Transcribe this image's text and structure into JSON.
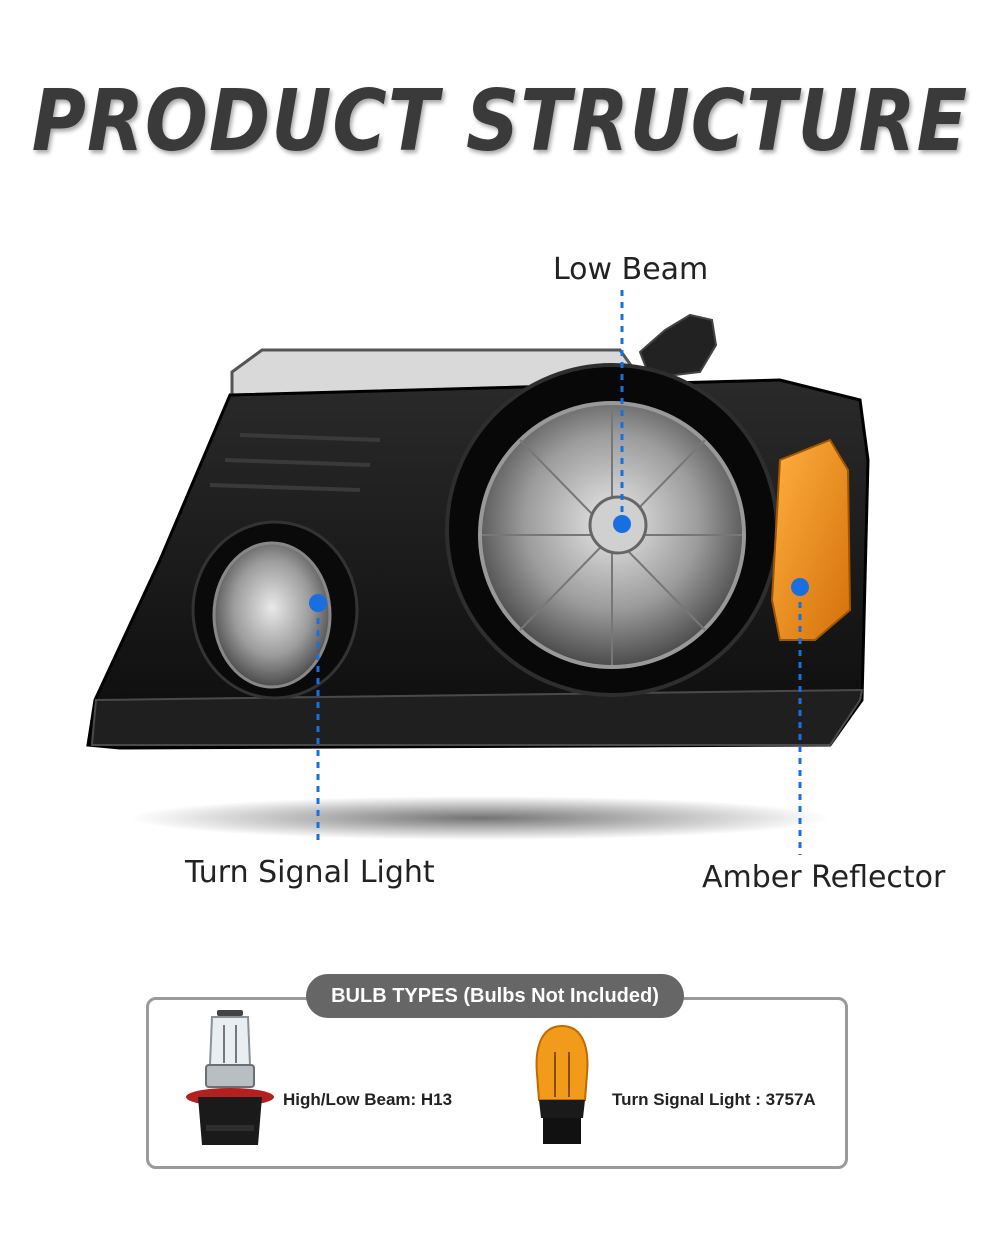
{
  "title": "PRODUCT STRUCTURE",
  "callouts": {
    "low_beam": "Low Beam",
    "turn_signal": "Turn Signal Light",
    "amber_reflector": "Amber Reflector"
  },
  "bulb_section": {
    "heading": "BULB TYPES (Bulbs Not Included)",
    "items": [
      {
        "label": "High/Low Beam: H13",
        "icon": "h13-bulb-icon"
      },
      {
        "label": "Turn Signal Light : 3757A",
        "icon": "3757a-amber-bulb-icon"
      }
    ]
  },
  "colors": {
    "title": "#3a3a3a",
    "marker": "#1a6fe0",
    "amber": "#f08c1c",
    "housing": "#141414",
    "bulb_box_border": "#9a9a9a",
    "pill": "#666666"
  }
}
